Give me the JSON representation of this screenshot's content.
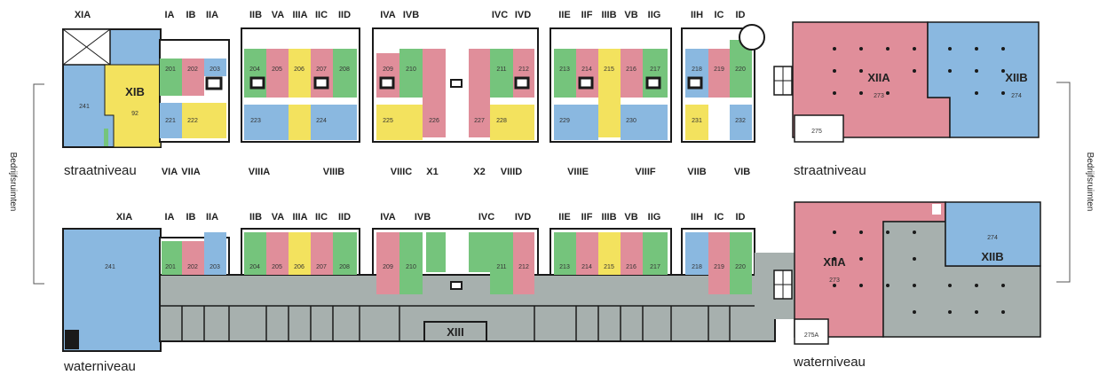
{
  "colors": {
    "blue": "#8ab8e0",
    "red": "#e08e9a",
    "yellow": "#f3e25e",
    "green": "#75c47c",
    "grey": "#a7b0ae",
    "white": "#ffffff",
    "wall": "#1a1a1a"
  },
  "levels": {
    "street_left": "straatniveau",
    "street_right": "straatniveau",
    "water_left": "waterniveau",
    "water_right": "waterniveau"
  },
  "side_label_left": "Bedrijfsruimten",
  "side_label_right": "Bedrijfsruimten",
  "top_labels": [
    "XIA",
    "IA",
    "IB",
    "IIA",
    "IIB",
    "VA",
    "IIIA",
    "IIC",
    "IID",
    "IVA",
    "IVB",
    "IVC",
    "IVD",
    "IIE",
    "IIF",
    "IIIB",
    "VB",
    "IIG",
    "IIH",
    "IC",
    "ID"
  ],
  "mid_labels": [
    "VIA",
    "VIIA",
    "VIIIA",
    "VIIIB",
    "VIIIC",
    "X1",
    "X2",
    "VIIID",
    "VIIIE",
    "VIIIF",
    "VIIB",
    "VIB"
  ],
  "bottom_labels": [
    "XIA",
    "IA",
    "IB",
    "IIA",
    "IIB",
    "VA",
    "IIIA",
    "IIC",
    "IID",
    "IVA",
    "IVB",
    "IVC",
    "IVD",
    "IIE",
    "IIF",
    "IIIB",
    "VB",
    "IIG",
    "IIH",
    "IC",
    "ID"
  ],
  "street_rooms": [
    "241",
    "XIB",
    "92",
    "201",
    "202",
    "203",
    "221",
    "222",
    "204",
    "205",
    "206",
    "207",
    "208",
    "223",
    "224",
    "209",
    "210",
    "225",
    "226",
    "211",
    "212",
    "227",
    "228",
    "213",
    "214",
    "215",
    "216",
    "217",
    "229",
    "230",
    "218",
    "219",
    "220",
    "231",
    "232",
    "XIIA",
    "273",
    "XIIB",
    "274",
    "275"
  ],
  "water_rooms": [
    "241",
    "201",
    "202",
    "203",
    "204",
    "205",
    "206",
    "207",
    "208",
    "209",
    "210",
    "211",
    "212",
    "213",
    "214",
    "215",
    "216",
    "217",
    "218",
    "219",
    "220",
    "XIII",
    "XIIA",
    "273",
    "274",
    "XIIB",
    "275A"
  ]
}
